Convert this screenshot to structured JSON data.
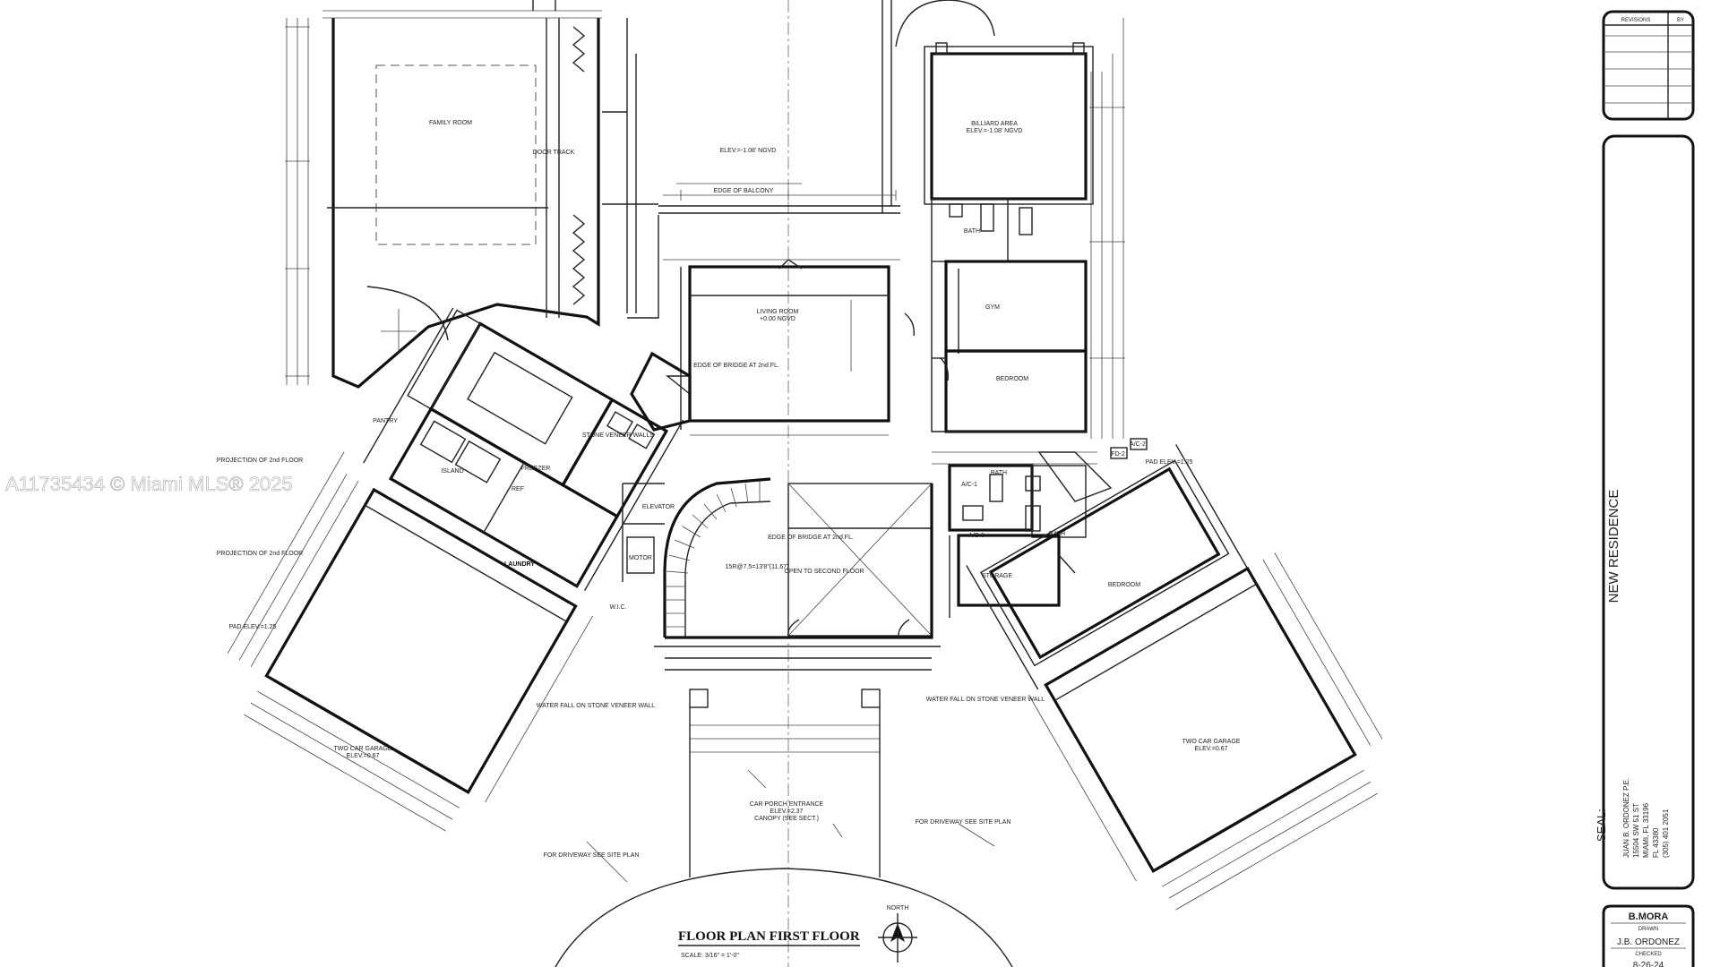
{
  "watermark": "A11735434 © Miami MLS® 2025",
  "plan": {
    "title": "FLOOR PLAN FIRST FLOOR",
    "scale": "SCALE: 3/16\" = 1'-0\"",
    "north": "NORTH",
    "rooms": {
      "family_room": "FAMILY ROOM",
      "door_track": "DOOR TRACK",
      "elev_pool": "ELEV.=-1.08' NGVD",
      "edge_balcony": "EDGE OF BALCONY",
      "billiard_area": "BILLIARD AREA",
      "billiard_elev": "ELEV.=-1.08' NGVD",
      "living_room": "LIVING ROOM",
      "living_elev": "+0.00 NGVD",
      "edge_bridge_a": "EDGE OF BRIDGE AT 2nd FL.",
      "edge_bridge_b": "EDGE OF BRIDGE AT 2nd FL.",
      "open_to_second": "OPEN TO SECOND FLOOR",
      "stair_note": "15R@7.5=13'8\"(11.67)",
      "gym": "GYM",
      "bedroom_1": "BEDROOM",
      "bedroom_2": "BEDROOM",
      "bath_1": "BATH",
      "bath_2": "BATH",
      "bath_3": "BATH",
      "storage": "STORAGE",
      "elevator": "ELEVATOR",
      "motor": "MOTOR",
      "wic": "W.I.C.",
      "pantry": "PANTRY",
      "island": "ISLAND",
      "laundry": "LAUNDRY",
      "freezer": "FREEZER",
      "ref": "REF",
      "stone_veneer": "STONE VENEER WALLS",
      "proj_2nd_a": "PROJECTION OF 2nd FLOOR",
      "proj_2nd_b": "PROJECTION OF 2nd FLOOR",
      "pad_elev_left": "PAD ELEV.=1.25",
      "pad_elev_right": "PAD ELEV.=1.25",
      "garage_left": "TWO CAR GARAGE",
      "garage_left_elev": "ELEV.=0.67",
      "garage_right": "TWO CAR GARAGE",
      "garage_right_elev": "ELEV.=0.67",
      "waterfall_left": "WATER FALL ON STONE VENEER WALL",
      "waterfall_right": "WATER FALL ON STONE VENEER WALL",
      "car_porch": "CAR PORCH ENTRANCE",
      "car_porch_elev": "ELEV.=2.37",
      "canopy": "CANOPY (SEE SECT.)",
      "driveway_left": "FOR DRIVEWAY SEE SITE PLAN",
      "driveway_right": "FOR DRIVEWAY SEE SITE PLAN",
      "ac1": "A/C-1",
      "ac2": "A/C-2",
      "ac3": "A/C-3",
      "fd": "FD-2"
    }
  },
  "title_block": {
    "revisions_header": "REVISIONS",
    "by_header": "BY",
    "project": "NEW RESIDENCE",
    "seal": "SEAL:",
    "engineer_lines": [
      "JUAN B. ORDONEZ P.E.",
      "15504 SW 51 ST",
      "MIAMI, FL 33196",
      "FL 43380",
      "(305) 401 2051"
    ],
    "drawn_label": "DRAWN",
    "drawn_by": "B.MORA",
    "checked_label": "CHECKED",
    "checked_by": "J.B. ORDONEZ",
    "date": "8-26-24"
  }
}
